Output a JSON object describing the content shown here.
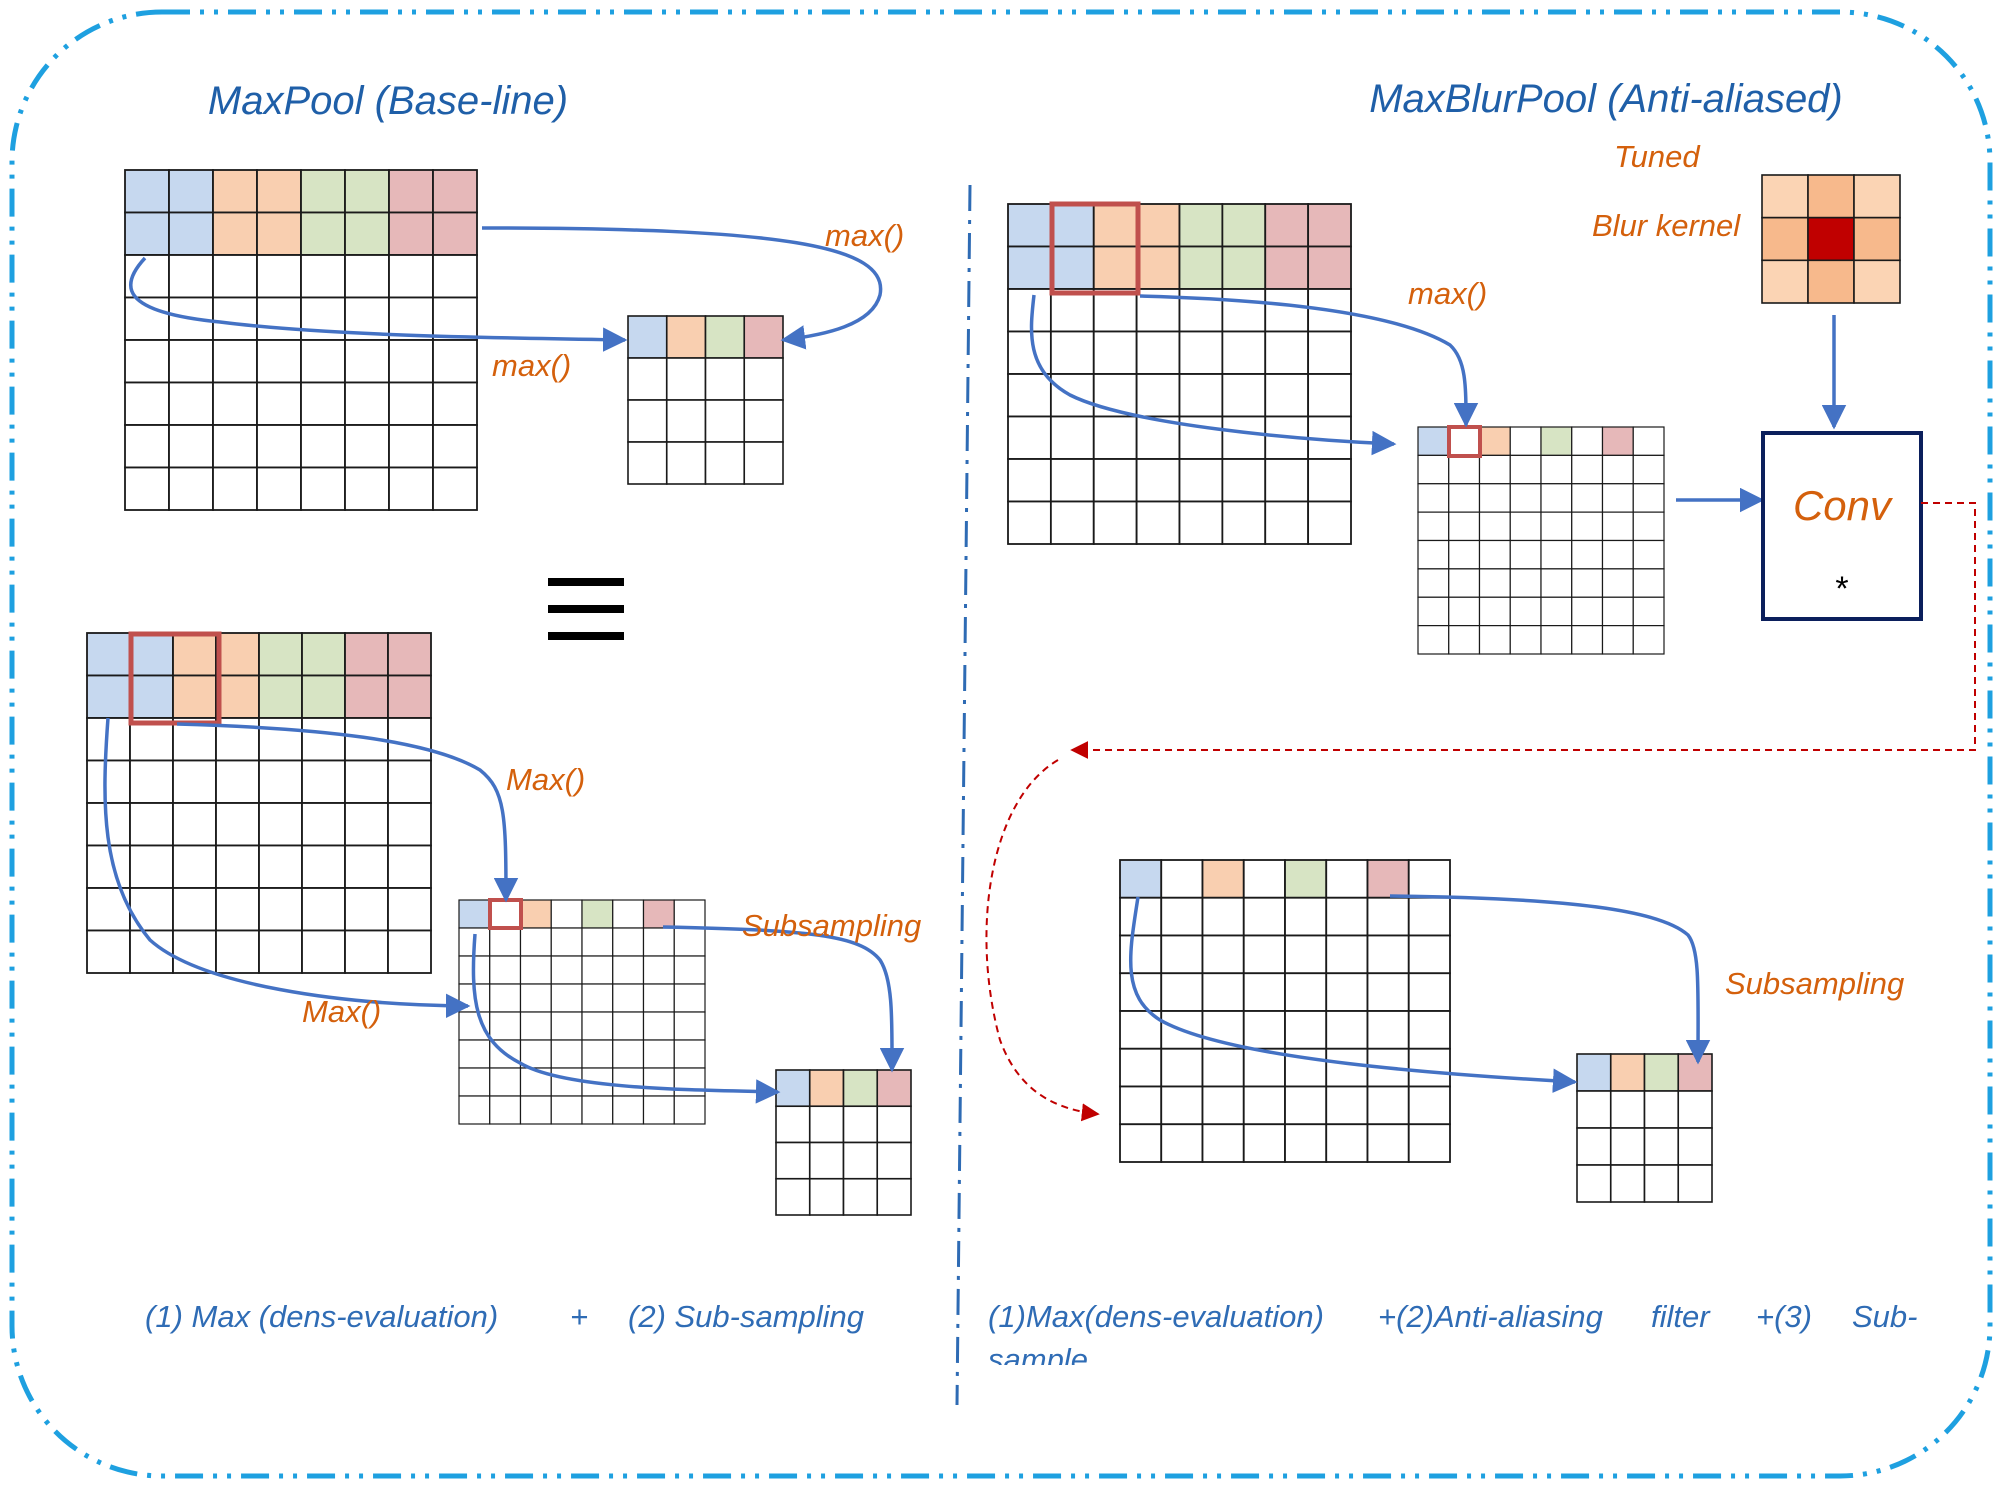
{
  "colors": {
    "blue_cell": "#c6d8ef",
    "orange_cell": "#f9cfb0",
    "green_cell": "#d7e4c4",
    "red_cell": "#e6b8b9",
    "kernel_light": "#fbd4b4",
    "kernel_mid": "#f7b98c",
    "kernel_center": "#c00000",
    "arrow_blue": "#4472c4",
    "highlight_red": "#c0504d",
    "border_dash": "#1ea0e0",
    "divider": "#2e6bb4",
    "conv_border": "#0b1f5c",
    "text_orange": "#d4600c",
    "text_blue": "#1f5fa8"
  },
  "left": {
    "title": "MaxPool (Base-line)",
    "top_max_label_1": "max()",
    "top_max_label_2": "max()",
    "equivalence_symbol": "≡",
    "bottom_max_label_1": "Max()",
    "bottom_max_label_2": "Max()",
    "subsampling_label": "Subsampling",
    "caption_part1": "(1) Max (dens-evaluation)",
    "caption_plus": "+",
    "caption_part2": "(2) Sub-sampling"
  },
  "right": {
    "title": "MaxBlurPool (Anti-aliased)",
    "tuned_label": "Tuned",
    "blur_kernel_label": "Blur kernel",
    "max_label": "max()",
    "conv_label": "Conv",
    "conv_operator": "*",
    "subsampling_label": "Subsampling",
    "caption_words": [
      "(1)Max(dens-evaluation)",
      "+(2)Anti-aliasing",
      "filter",
      "+(3)",
      "Sub-"
    ],
    "caption_line2": "sample"
  }
}
